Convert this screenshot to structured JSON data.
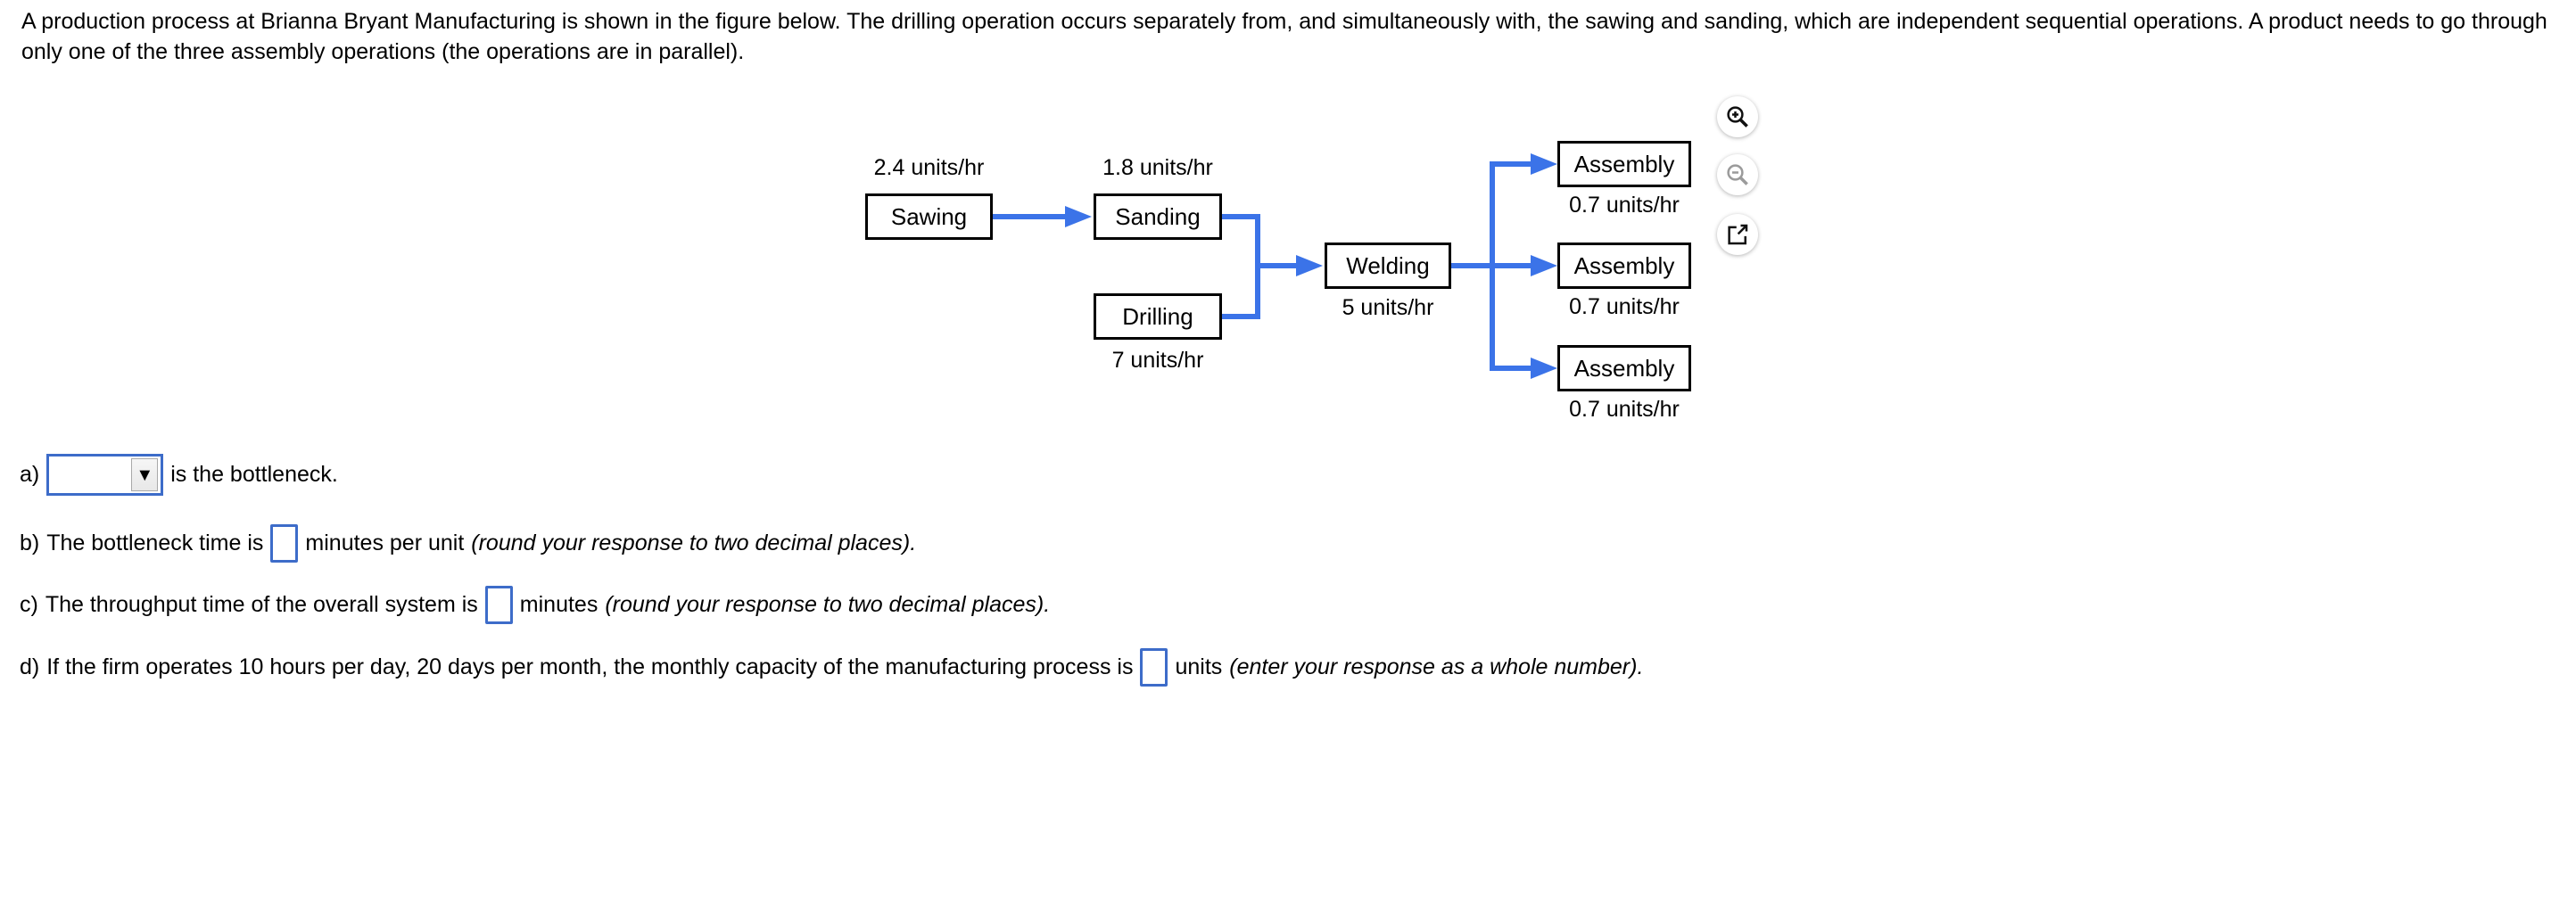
{
  "problem": {
    "statement": "A production process at Brianna Bryant Manufacturing is shown in the figure below. The drilling operation occurs separately from, and simultaneously with, the sawing and sanding, which are independent sequential operations. A product needs to go through only one of the three assembly operations (the operations are in parallel)."
  },
  "colors": {
    "arrow_blue": "#3b73e8",
    "input_border_blue": "#3d6cc9",
    "box_border": "#000000"
  },
  "diagram": {
    "nodes": [
      {
        "id": "sawing",
        "label": "Sawing",
        "rate": "2.4 units/hr"
      },
      {
        "id": "sanding",
        "label": "Sanding",
        "rate": "1.8 units/hr"
      },
      {
        "id": "drilling",
        "label": "Drilling",
        "rate": "7 units/hr"
      },
      {
        "id": "welding",
        "label": "Welding",
        "rate": "5 units/hr"
      },
      {
        "id": "assembly-top",
        "label": "Assembly",
        "rate": "0.7 units/hr"
      },
      {
        "id": "assembly-middle",
        "label": "Assembly",
        "rate": "0.7 units/hr"
      },
      {
        "id": "assembly-bottom",
        "label": "Assembly",
        "rate": "0.7 units/hr"
      }
    ]
  },
  "toolbar": {
    "zoom_in_icon": "zoom-in",
    "zoom_out_icon": "zoom-out",
    "open_in_new_icon": "open-in-new-window"
  },
  "questions": {
    "a": {
      "label": "a)",
      "dropdown_value": "",
      "dropdown_caret": "▼",
      "text_after": "is the bottleneck."
    },
    "b": {
      "label": "b)",
      "text_before": "The bottleneck time is",
      "input_value": "",
      "text_after": "minutes per unit",
      "note": "(round your response to two decimal places)."
    },
    "c": {
      "label": "c)",
      "text_before": "The throughput time of the overall system is",
      "input_value": "",
      "text_after": "minutes",
      "note": "(round your response to two decimal places)."
    },
    "d": {
      "label": "d)",
      "text_before": "If the firm operates 10 hours per day, 20 days per month, the monthly capacity of the manufacturing process is",
      "input_value": "",
      "text_after": "units",
      "note": "(enter your response as a whole number)."
    }
  }
}
